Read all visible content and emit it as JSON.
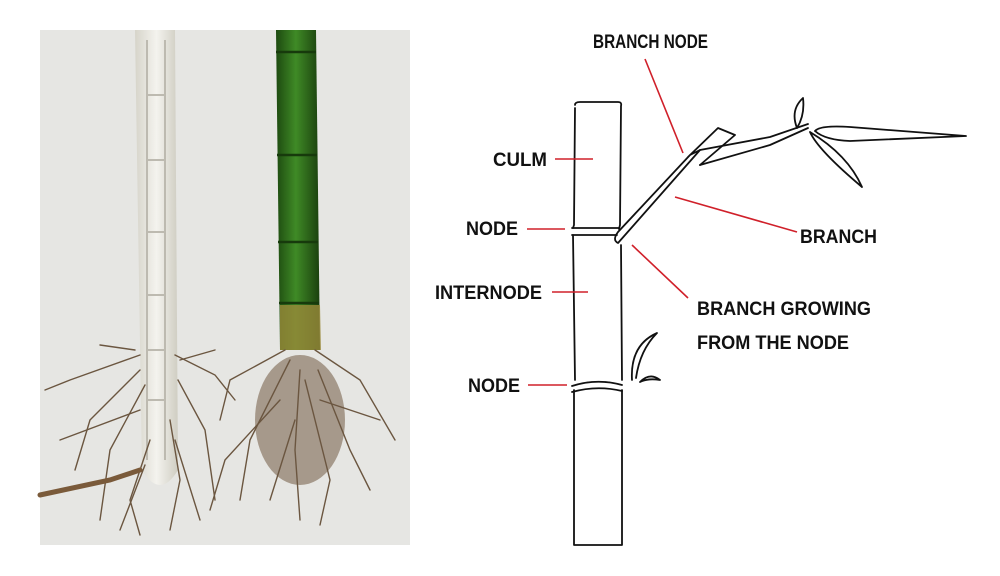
{
  "labels": {
    "branch_node": "BRANCH NODE",
    "culm": "CULM",
    "node_upper": "NODE",
    "internode": "INTERNODE",
    "node_lower": "NODE",
    "branch": "BRANCH",
    "branch_growing_line1": "BRANCH GROWING",
    "branch_growing_line2": "FROM THE NODE"
  },
  "colors": {
    "leader": "#d0202a",
    "green_culm": "#2f6e1c",
    "white_culm": "#ecebe3",
    "roots": "#6b5640",
    "photo_bg": "#e6e6e3"
  }
}
